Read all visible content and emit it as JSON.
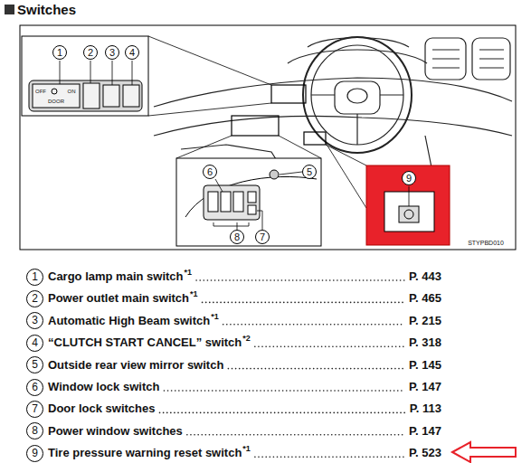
{
  "diagram": {
    "title": "Switches",
    "labels": [
      "1",
      "2",
      "3",
      "4",
      "OFF",
      "ON",
      "DOOR",
      "6",
      "5",
      "8",
      "7",
      "9",
      "STYPBD010",
      "1",
      "Cargo lamp main switch",
      "*1",
      "P. 443",
      "2",
      "Power outlet main switch",
      "*1",
      "P. 465",
      "3",
      "Automatic High Beam switch",
      "*1",
      "P. 215",
      "4",
      "“CLUTCH START CANCEL” switch",
      "*2",
      "P. 318",
      "5",
      "Outside rear view mirror switch",
      "P. 145",
      "6",
      "Window lock switch",
      "P. 147",
      "7",
      "Door lock switches",
      "P. 113",
      "8",
      "Power window switches",
      "P. 147",
      "9",
      "Tire pressure warning reset switch",
      "*1",
      "P. 523"
    ]
  }
}
